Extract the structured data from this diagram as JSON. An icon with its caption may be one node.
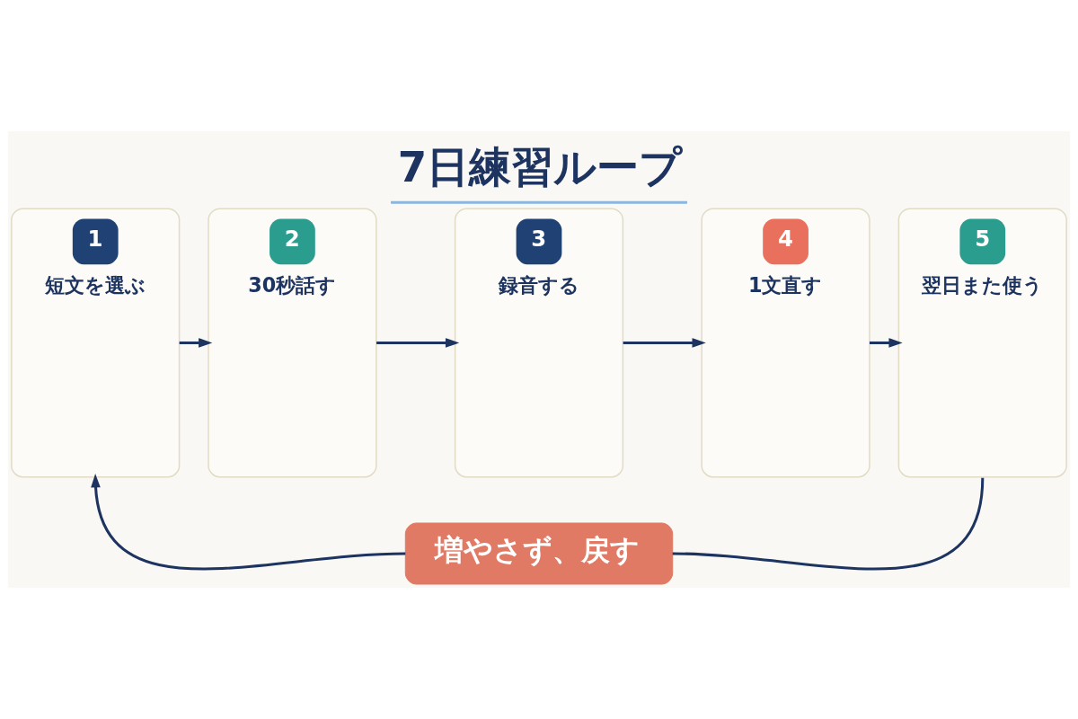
{
  "diagram": {
    "title": "7日練習ループ",
    "nodes": [
      {
        "text": [
          "1",
          "短文を選ぶ"
        ]
      },
      {
        "text": [
          "2",
          "30秒話す"
        ]
      },
      {
        "text": [
          "3",
          "録音する"
        ]
      },
      {
        "text": [
          "4",
          "1文直す"
        ]
      },
      {
        "text": [
          "5",
          "翌日また使う"
        ]
      },
      {
        "text": [
          "増やさず、戻す"
        ]
      }
    ],
    "edges": [
      {
        "from": 0,
        "to": 1,
        "arrow": "to"
      },
      {
        "from": 1,
        "to": 2,
        "arrow": "to"
      },
      {
        "from": 2,
        "to": 3,
        "arrow": "to"
      },
      {
        "from": 3,
        "to": 4,
        "arrow": "to"
      },
      {
        "from": 4,
        "to": 5,
        "arrow": "none"
      },
      {
        "from": 5,
        "to": 0,
        "arrow": "to"
      }
    ]
  }
}
